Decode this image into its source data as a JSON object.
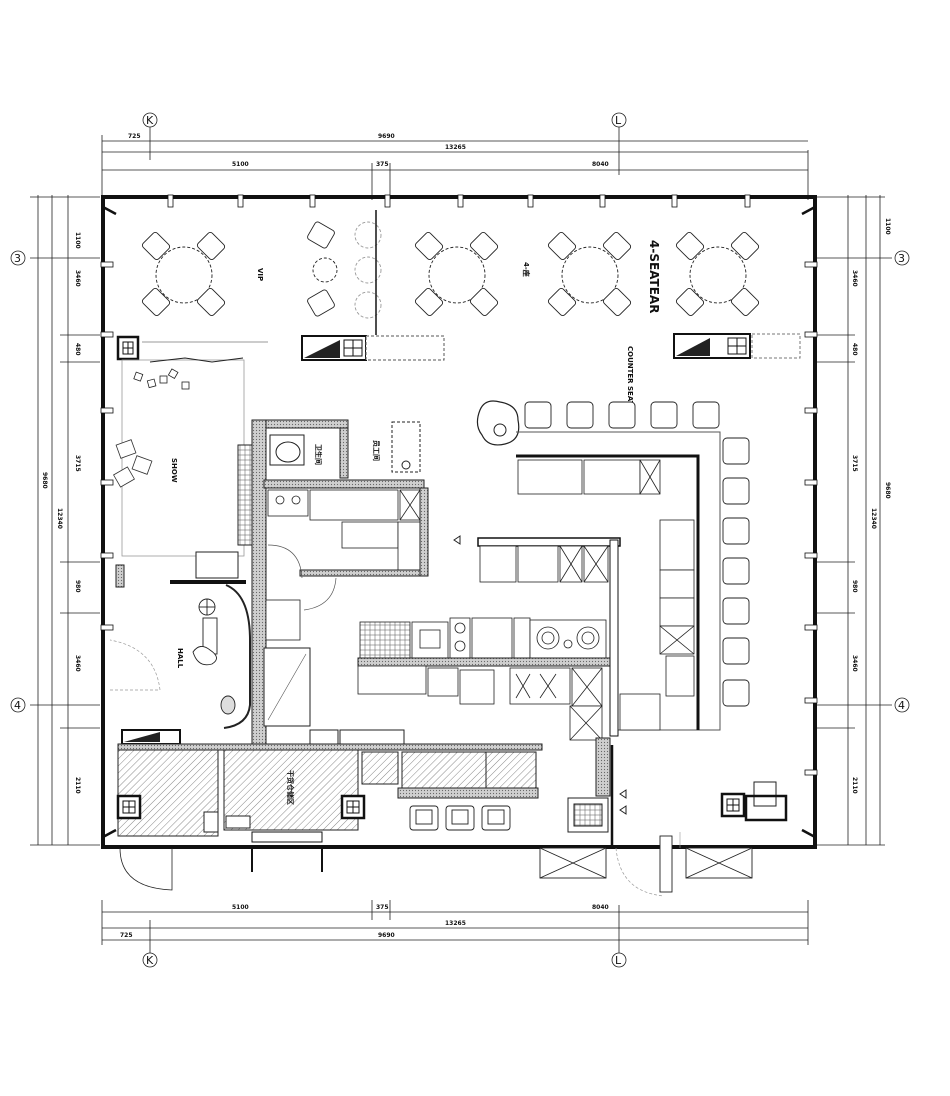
{
  "axes": {
    "top": [
      "K",
      "L"
    ],
    "bottom": [
      "K",
      "L"
    ],
    "left": [
      "3",
      "4"
    ],
    "right": [
      "3",
      "4"
    ]
  },
  "dimensions": {
    "top_row1": [
      "725",
      "9690"
    ],
    "top_row2": "13265",
    "top_row3": [
      "5100",
      "375",
      "8040"
    ],
    "bottom_row1": [
      "5100",
      "375",
      "8040"
    ],
    "bottom_row2": "13265",
    "bottom_row3": [
      "725",
      "9690"
    ],
    "left_outer": [
      "1100",
      "3460",
      "480",
      "3715",
      "980",
      "3460",
      "2110"
    ],
    "left_totals": [
      "9680",
      "12340"
    ],
    "right_outer": [
      "1100",
      "3460",
      "480",
      "3715",
      "980",
      "3460",
      "2110"
    ],
    "right_totals": [
      "9680",
      "12340"
    ]
  },
  "rooms": {
    "vip": "VIP",
    "four_seat_a": "4-座",
    "four_seat_label": "4-SEATEAR",
    "counter_seat": "COUNTER SEAT",
    "show": "SHOW",
    "hall": "HALL",
    "toilet": "卫生间",
    "staff": "员工间",
    "dry_storage": "干货仓储区"
  }
}
